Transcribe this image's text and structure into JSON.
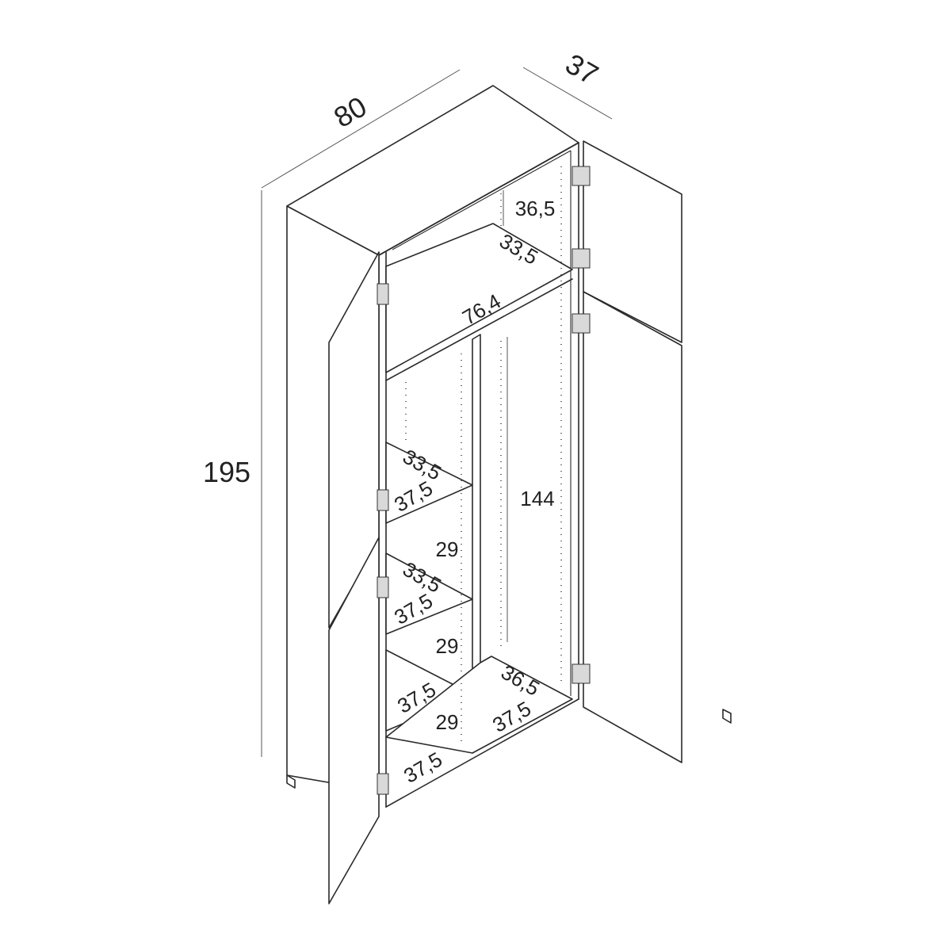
{
  "dimensions": {
    "width": "80",
    "depth": "37",
    "height": "195",
    "top_compartment_height": "36,5",
    "top_shelf_depth": "33,5",
    "inner_width": "76,4",
    "hanging_section_height": "144",
    "left_shelf_1_depth_a": "33,5",
    "left_shelf_1_depth_b": "37,5",
    "left_gap_1": "29",
    "left_shelf_2_depth_a": "33,5",
    "left_shelf_2_depth_b": "37,5",
    "left_gap_2": "29",
    "left_shelf_3_depth": "37,5",
    "left_gap_3": "29",
    "left_bottom_depth": "37,5",
    "right_bottom_depth_a": "36,5",
    "right_bottom_depth_b": "37,5"
  }
}
